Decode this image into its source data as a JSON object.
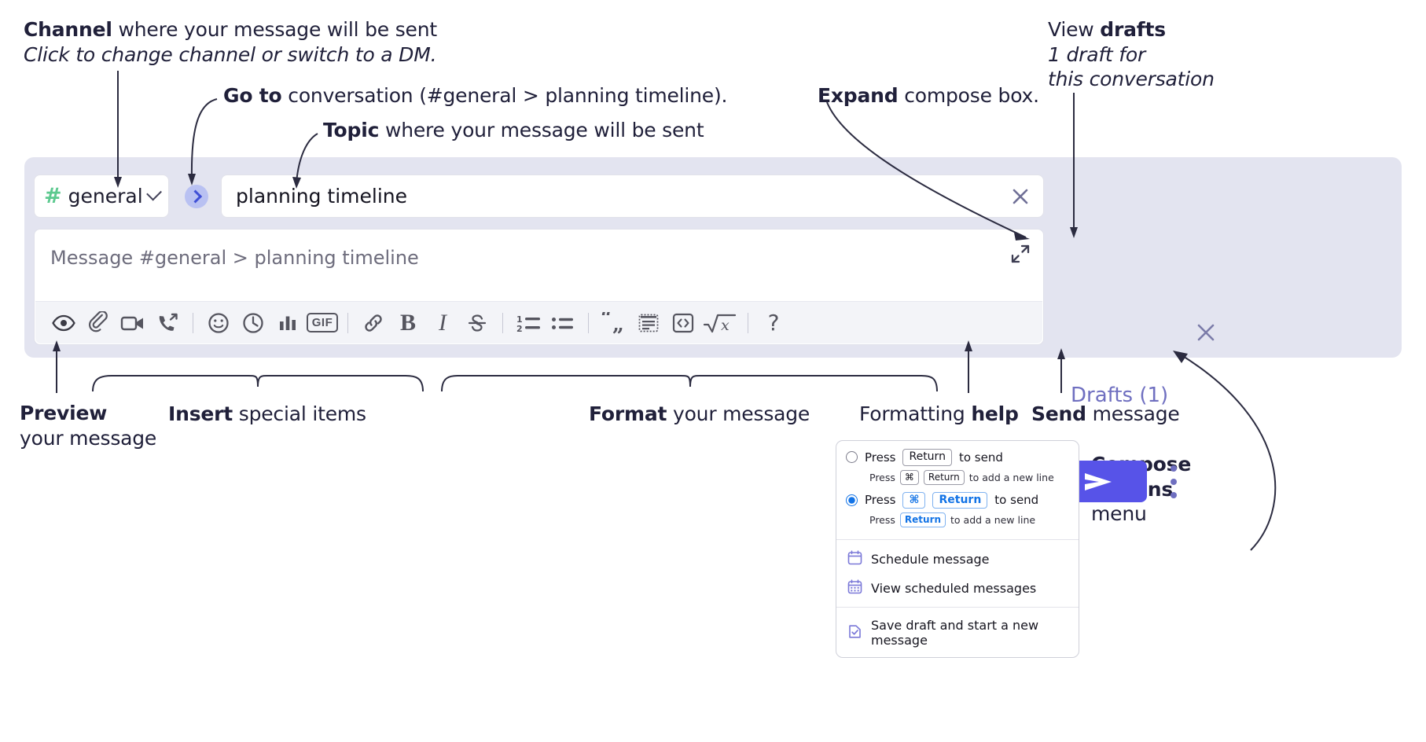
{
  "annotations": {
    "channel": {
      "bold": "Channel",
      "rest": " where your message will be sent",
      "sub": "Click to change channel or switch to a DM."
    },
    "goto": {
      "bold": "Go to",
      "rest": " conversation (#general > planning timeline)."
    },
    "topic": {
      "bold": "Topic",
      "rest": " where your message will be sent"
    },
    "expand": {
      "bold": "Expand",
      "rest": " compose box."
    },
    "drafts": {
      "rest_pre": "View ",
      "bold": "drafts",
      "sub_line1": "1 draft for",
      "sub_line2": "this conversation"
    },
    "preview": {
      "bold": "Preview",
      "line2": "your message"
    },
    "insert": {
      "bold": "Insert",
      "rest": " special items"
    },
    "format": {
      "bold": "Format",
      "rest": " your message"
    },
    "help": {
      "pre": "Formatting ",
      "bold": "help"
    },
    "send": {
      "bold": "Send",
      "rest": " message"
    },
    "compose_options": {
      "line1": "Compose",
      "line2": "options",
      "line3": "menu"
    }
  },
  "compose": {
    "channel_name": "general",
    "channel_hash": "#",
    "topic_value": "planning timeline",
    "message_placeholder": "Message #general > planning timeline",
    "drafts_label": "Drafts (1)",
    "toolbar": [
      {
        "name": "preview-icon",
        "label": "Preview"
      },
      {
        "name": "attachment-icon",
        "label": "Attach file"
      },
      {
        "name": "video-camera-icon",
        "label": "Video"
      },
      {
        "name": "call-forward-icon",
        "label": "Call"
      },
      {
        "name": "emoji-icon",
        "label": "Emoji"
      },
      {
        "name": "clock-icon",
        "label": "Reminder"
      },
      {
        "name": "poll-icon",
        "label": "Poll"
      },
      {
        "name": "gif-icon",
        "label": "GIF"
      },
      {
        "name": "link-icon",
        "label": "Link"
      },
      {
        "name": "bold-icon",
        "label": "B"
      },
      {
        "name": "italic-icon",
        "label": "I"
      },
      {
        "name": "strikethrough-icon",
        "label": "S"
      },
      {
        "name": "ordered-list-icon",
        "label": "Numbered list"
      },
      {
        "name": "bulleted-list-icon",
        "label": "Bulleted list"
      },
      {
        "name": "blockquote-icon",
        "label": "Quote"
      },
      {
        "name": "spoiler-icon",
        "label": "Spoiler"
      },
      {
        "name": "code-icon",
        "label": "Code"
      },
      {
        "name": "math-icon",
        "label": "Math"
      },
      {
        "name": "help-icon",
        "label": "?"
      }
    ]
  },
  "options_menu": {
    "option1": {
      "selected": false,
      "main_pre": "Press ",
      "main_key": "Return",
      "main_post": " to send",
      "sub_pre": "Press ",
      "sub_key1": "⌘",
      "sub_key2": "Return",
      "sub_post": " to add a new line"
    },
    "option2": {
      "selected": true,
      "main_pre": "Press ",
      "main_key1": "⌘",
      "main_key2": "Return",
      "main_post": " to send",
      "sub_pre": "Press ",
      "sub_key": "Return",
      "sub_post": " to add a new line"
    },
    "items": [
      {
        "icon": "calendar-schedule-icon",
        "label": "Schedule message"
      },
      {
        "icon": "calendar-grid-icon",
        "label": "View scheduled messages"
      },
      {
        "icon": "save-draft-icon",
        "label": "Save draft and start a new message"
      }
    ]
  },
  "colors": {
    "shell_bg": "#e3e4f0",
    "accent_send": "#5753e8",
    "hash_green": "#5cc98f",
    "goto_bg": "#b9c1f2",
    "drafts_text": "#6f6fc0",
    "key_blue": "#1273e6",
    "menu_icon_purple": "#7a78d8",
    "text": "#20203a"
  }
}
